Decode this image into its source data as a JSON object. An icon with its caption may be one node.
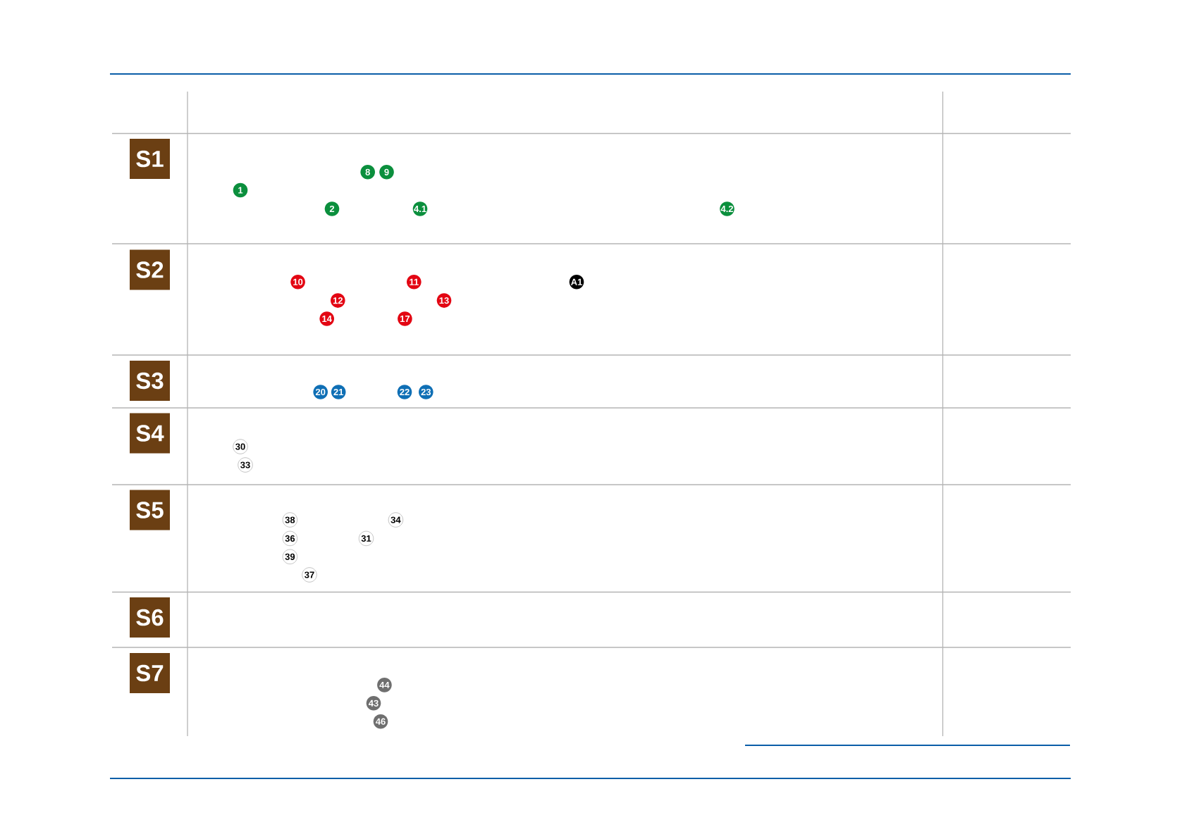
{
  "diagram": {
    "nodes": [
      {
        "text": [
          "S1"
        ]
      },
      {
        "text": [
          "8"
        ]
      },
      {
        "text": [
          "9"
        ]
      },
      {
        "text": [
          "1"
        ]
      },
      {
        "text": [
          "2"
        ]
      },
      {
        "text": [
          "4.1"
        ]
      },
      {
        "text": [
          "4.2"
        ]
      },
      {
        "text": [
          "S2"
        ]
      },
      {
        "text": [
          "10"
        ]
      },
      {
        "text": [
          "11"
        ]
      },
      {
        "text": [
          "A1"
        ]
      },
      {
        "text": [
          "12"
        ]
      },
      {
        "text": [
          "13"
        ]
      },
      {
        "text": [
          "14"
        ]
      },
      {
        "text": [
          "17"
        ]
      },
      {
        "text": [
          "S3"
        ]
      },
      {
        "text": [
          "20"
        ]
      },
      {
        "text": [
          "21"
        ]
      },
      {
        "text": [
          "22"
        ]
      },
      {
        "text": [
          "23"
        ]
      },
      {
        "text": [
          "S4"
        ]
      },
      {
        "text": [
          "30"
        ]
      },
      {
        "text": [
          "33"
        ]
      },
      {
        "text": [
          "S5"
        ]
      },
      {
        "text": [
          "38"
        ]
      },
      {
        "text": [
          "34"
        ]
      },
      {
        "text": [
          "36"
        ]
      },
      {
        "text": [
          "31"
        ]
      },
      {
        "text": [
          "39"
        ]
      },
      {
        "text": [
          "37"
        ]
      },
      {
        "text": [
          "S6"
        ]
      },
      {
        "text": [
          "S7"
        ]
      },
      {
        "text": [
          "44"
        ]
      },
      {
        "text": [
          "43"
        ]
      },
      {
        "text": [
          "46"
        ]
      }
    ]
  }
}
